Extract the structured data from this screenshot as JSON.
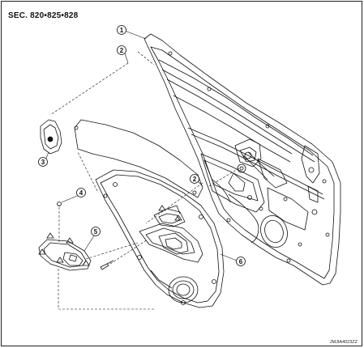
{
  "header": {
    "section": "SEC. 820•825•828"
  },
  "footer": {
    "code": "JMJIA4023ZZ"
  },
  "callouts": [
    {
      "id": "callout-1",
      "num": "1"
    },
    {
      "id": "callout-2a",
      "num": "2"
    },
    {
      "id": "callout-2b",
      "num": "2"
    },
    {
      "id": "callout-3",
      "num": "3"
    },
    {
      "id": "callout-4",
      "num": "4"
    },
    {
      "id": "callout-5",
      "num": "5"
    },
    {
      "id": "callout-6",
      "num": "6"
    }
  ],
  "colors": {
    "line": "#111111",
    "background": "#ffffff"
  }
}
